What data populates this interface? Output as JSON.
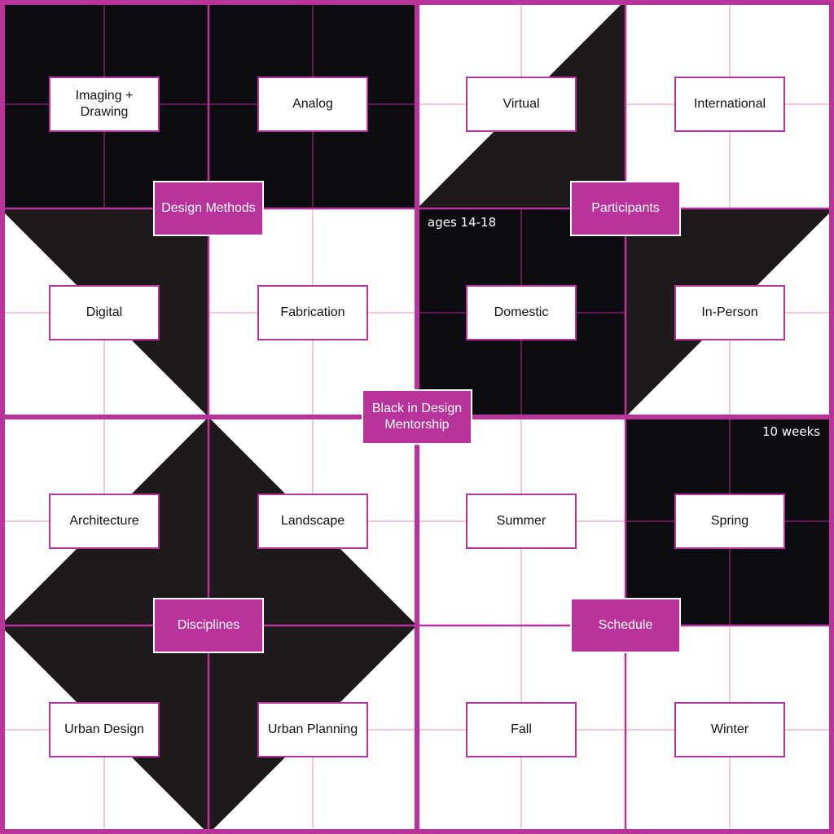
{
  "colors": {
    "accent": "#b8339a",
    "dark": "#0d0c10",
    "dark_alt": "#1e1a1b",
    "light": "#ffffff",
    "grid": "#e6b3d8"
  },
  "center": {
    "label": "Black in Design\nMentorship"
  },
  "quadrants": {
    "design_methods": {
      "label": "Design Methods",
      "items": [
        "Imaging +\nDrawing",
        "Analog",
        "Digital",
        "Fabrication"
      ]
    },
    "participants": {
      "label": "Participants",
      "note": "ages 14-18",
      "items": [
        "Virtual",
        "International",
        "Domestic",
        "In-Person"
      ]
    },
    "disciplines": {
      "label": "Disciplines",
      "items": [
        "Architecture",
        "Landscape",
        "Urban Design",
        "Urban Planning"
      ]
    },
    "schedule": {
      "label": "Schedule",
      "note": "10 weeks",
      "items": [
        "Summer",
        "Spring",
        "Fall",
        "Winter"
      ]
    }
  }
}
